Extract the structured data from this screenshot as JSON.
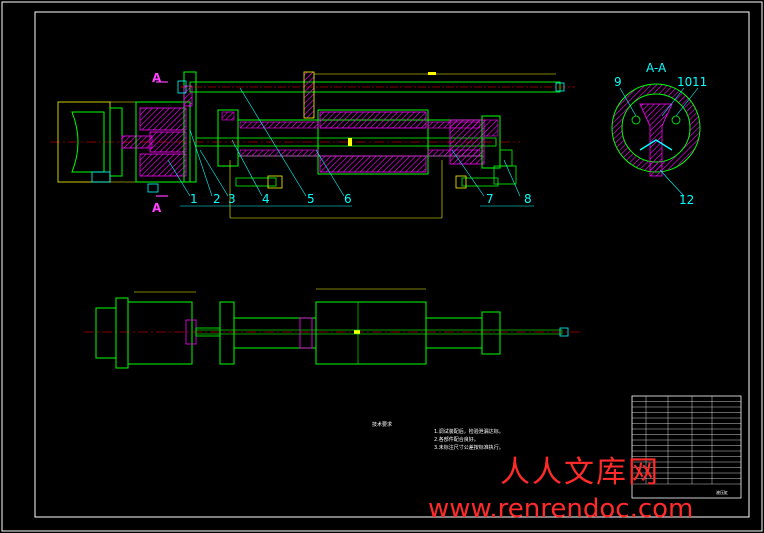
{
  "drawing": {
    "callouts": [
      "1",
      "2",
      "3",
      "4",
      "5",
      "6",
      "7",
      "8"
    ],
    "section_callouts": [
      "9",
      "10",
      "11",
      "12"
    ],
    "section_marker": "A",
    "section_title": "A-A",
    "notes_heading": "技术要求",
    "notes": [
      "1.调试装配后，检验泄漏达标。",
      "2.各部件配合良好。",
      "3.未标注尺寸公差按标准执行。"
    ]
  },
  "title_block": {
    "rows": 16,
    "name_cell": "液压缸"
  },
  "watermark": {
    "cn": "人人文库网",
    "url": "www.renrendoc.com"
  },
  "colors": {
    "frame": "#ffffff",
    "outline": "#00ff00",
    "hatch": "#ff00ff",
    "callout": "#00ffff",
    "dimension": "#ffff00",
    "center": "#ff0000",
    "marker": "#ff40ff",
    "watermark": "#ff2a2a"
  }
}
